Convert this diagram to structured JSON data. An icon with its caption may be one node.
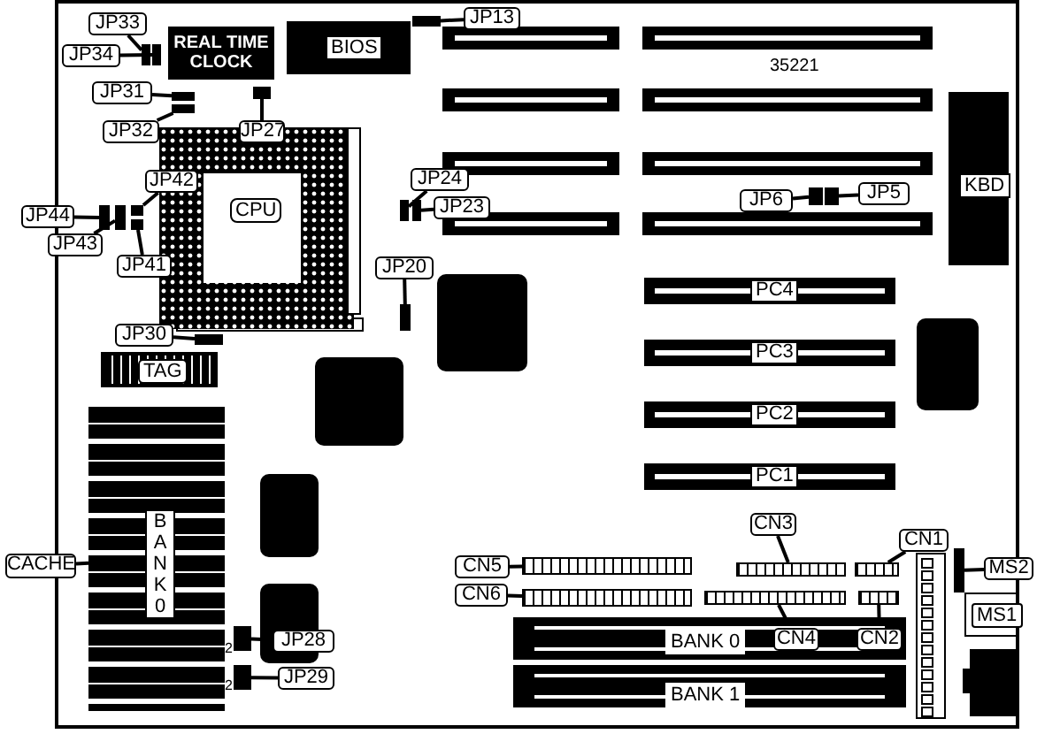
{
  "diagram": {
    "nodes": [
      {
        "text": [
          "REAL TIME CLOCK"
        ]
      },
      {
        "text": [
          "BIOS"
        ]
      },
      {
        "text": [
          "CPU"
        ]
      },
      {
        "text": [
          "KBD"
        ]
      },
      {
        "text": [
          "PC4"
        ]
      },
      {
        "text": [
          "PC3"
        ]
      },
      {
        "text": [
          "PC2"
        ]
      },
      {
        "text": [
          "PC1"
        ]
      },
      {
        "text": [
          "TAG"
        ]
      },
      {
        "text": [
          "BANK0"
        ]
      },
      {
        "text": [
          "BANK 0"
        ]
      },
      {
        "text": [
          "BANK 1"
        ]
      },
      {
        "text": [
          "MS1"
        ]
      },
      {
        "text": [
          "JP13"
        ]
      },
      {
        "text": [],
        "shape": "box"
      },
      {
        "text": [
          "JP33"
        ]
      },
      {
        "text": [],
        "shape": "box"
      },
      {
        "text": [
          "JP34"
        ]
      },
      {
        "text": [],
        "shape": "box"
      },
      {
        "text": [
          "JP31"
        ]
      },
      {
        "text": [],
        "shape": "box"
      },
      {
        "text": [
          "JP32"
        ]
      },
      {
        "text": [],
        "shape": "box"
      },
      {
        "text": [
          "JP27"
        ]
      },
      {
        "text": [],
        "shape": "box"
      },
      {
        "text": [
          "JP42"
        ]
      },
      {
        "text": [],
        "shape": "box"
      },
      {
        "text": [
          "JP44"
        ]
      },
      {
        "text": [],
        "shape": "box"
      },
      {
        "text": [
          "JP43"
        ]
      },
      {
        "text": [],
        "shape": "box"
      },
      {
        "text": [
          "JP41"
        ]
      },
      {
        "text": [],
        "shape": "box"
      },
      {
        "text": [
          "JP24"
        ]
      },
      {
        "text": [],
        "shape": "box"
      },
      {
        "text": [
          "JP23"
        ]
      },
      {
        "text": [],
        "shape": "box"
      },
      {
        "text": [
          "JP20"
        ]
      },
      {
        "text": [],
        "shape": "box"
      },
      {
        "text": [
          "JP30"
        ]
      },
      {
        "text": [],
        "shape": "box"
      },
      {
        "text": [
          "JP6"
        ]
      },
      {
        "text": [],
        "shape": "box"
      },
      {
        "text": [
          "JP5"
        ]
      },
      {
        "text": [],
        "shape": "box"
      },
      {
        "text": [
          "CACHE"
        ]
      },
      {
        "text": [
          "JP28"
        ]
      },
      {
        "text": [],
        "shape": "box"
      },
      {
        "text": [
          "JP29"
        ]
      },
      {
        "text": [],
        "shape": "box"
      },
      {
        "text": [
          "CN5"
        ]
      },
      {
        "text": [],
        "shape": "box"
      },
      {
        "text": [
          "CN6"
        ]
      },
      {
        "text": [],
        "shape": "box"
      },
      {
        "text": [
          "CN3"
        ]
      },
      {
        "text": [],
        "shape": "box"
      },
      {
        "text": [
          "CN1"
        ]
      },
      {
        "text": [],
        "shape": "box"
      },
      {
        "text": [
          "CN4"
        ],
        "in": 10
      },
      {
        "text": [],
        "shape": "box"
      },
      {
        "text": [
          "CN2"
        ],
        "in": 10
      },
      {
        "text": [],
        "shape": "box"
      },
      {
        "text": [
          "MS2"
        ]
      },
      {
        "text": [],
        "shape": "box"
      }
    ],
    "edges": [
      {
        "from": 13,
        "to": 14,
        "arrow": "none"
      },
      {
        "from": 15,
        "to": 16,
        "arrow": "none"
      },
      {
        "from": 17,
        "to": 18,
        "arrow": "none"
      },
      {
        "from": 19,
        "to": 20,
        "arrow": "none"
      },
      {
        "from": 21,
        "to": 22,
        "arrow": "none"
      },
      {
        "from": 23,
        "to": 24,
        "arrow": "none"
      },
      {
        "from": 25,
        "to": 26,
        "arrow": "none"
      },
      {
        "from": 27,
        "to": 28,
        "arrow": "none"
      },
      {
        "from": 29,
        "to": 30,
        "arrow": "none"
      },
      {
        "from": 31,
        "to": 32,
        "arrow": "none"
      },
      {
        "from": 33,
        "to": 34,
        "arrow": "none"
      },
      {
        "from": 35,
        "to": 36,
        "arrow": "none"
      },
      {
        "from": 37,
        "to": 38,
        "arrow": "none"
      },
      {
        "from": 39,
        "to": 40,
        "arrow": "none"
      },
      {
        "from": 41,
        "to": 42,
        "arrow": "none"
      },
      {
        "from": 43,
        "to": 44,
        "arrow": "none"
      },
      {
        "from": 45,
        "to": 9,
        "arrow": "none"
      },
      {
        "from": 46,
        "to": 47,
        "arrow": "none"
      },
      {
        "from": 48,
        "to": 49,
        "arrow": "none"
      },
      {
        "from": 50,
        "to": 51,
        "arrow": "none"
      },
      {
        "from": 52,
        "to": 53,
        "arrow": "none"
      },
      {
        "from": 54,
        "to": 55,
        "arrow": "none"
      },
      {
        "from": 56,
        "to": 57,
        "arrow": "none"
      },
      {
        "from": 58,
        "to": 59,
        "arrow": "none"
      },
      {
        "from": 60,
        "to": 61,
        "arrow": "none"
      },
      {
        "from": 62,
        "to": 63,
        "arrow": "none"
      }
    ],
    "labels": [
      "35221",
      "2",
      "2"
    ]
  }
}
